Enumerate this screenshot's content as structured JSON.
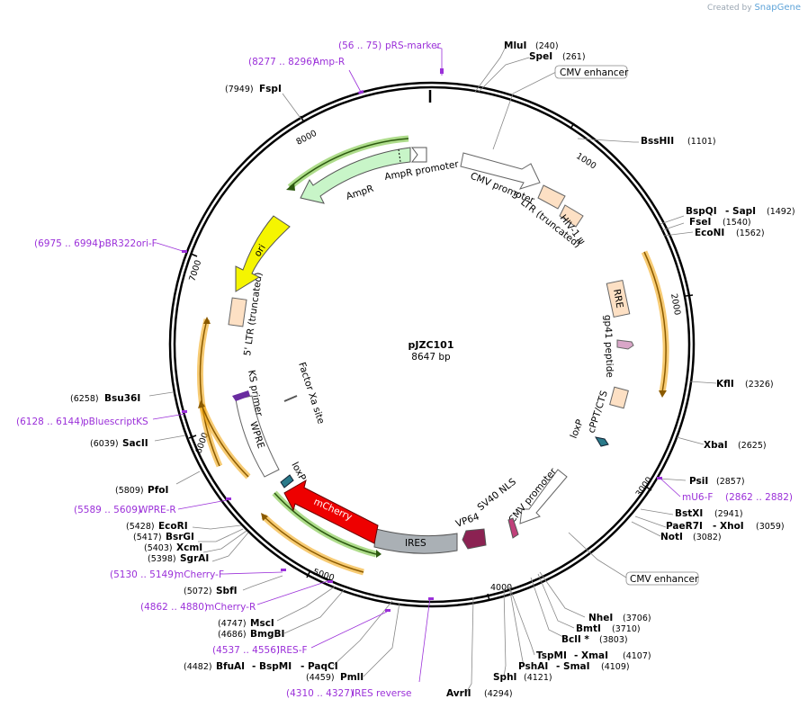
{
  "watermark": {
    "prefix": "Created by",
    "brand": "SnapGene"
  },
  "plasmid": {
    "name": "pJZC101",
    "size": "8647 bp"
  },
  "ticks": [
    "1000",
    "2000",
    "3000",
    "4000",
    "5000",
    "6000",
    "7000",
    "8000"
  ],
  "sites": [
    {
      "name": "MluI",
      "pos": "(240)"
    },
    {
      "name": "SpeI",
      "pos": "(261)"
    },
    {
      "name": "BssHII",
      "pos": "(1101)"
    },
    {
      "name": "BspQI",
      "sep": "- SapI",
      "pos": "(1492)"
    },
    {
      "name": "FseI",
      "pos": "(1540)"
    },
    {
      "name": "EcoNI",
      "pos": "(1562)"
    },
    {
      "name": "KflI",
      "pos": "(2326)"
    },
    {
      "name": "XbaI",
      "pos": "(2625)"
    },
    {
      "name": "PsiI",
      "pos": "(2857)"
    },
    {
      "name": "BstXI",
      "pos": "(2941)"
    },
    {
      "name": "PaeR7I",
      "sep": "- XhoI",
      "pos": "(3059)"
    },
    {
      "name": "NotI",
      "pos": "(3082)"
    },
    {
      "name": "NheI",
      "pos": "(3706)"
    },
    {
      "name": "BmtI",
      "pos": "(3710)"
    },
    {
      "name": "BclI *",
      "pos": "(3803)"
    },
    {
      "name": "TspMI",
      "sep": "- XmaI",
      "pos": "(4107)"
    },
    {
      "name": "PshAI",
      "sep": "- SmaI",
      "pos": "(4109)"
    },
    {
      "name": "SphI",
      "pos": "(4121)"
    },
    {
      "name": "AvrII",
      "pos": "(4294)"
    },
    {
      "name": "PmlI",
      "pos": "(4459)"
    },
    {
      "name": "BfuAI",
      "sep": "- BspMI",
      "sep2": "- PaqCI",
      "pos": "(4482)"
    },
    {
      "name": "BmgBI",
      "pos": "(4686)"
    },
    {
      "name": "MscI",
      "pos": "(4747)"
    },
    {
      "name": "SbfI",
      "pos": "(5072)"
    },
    {
      "name": "SgrAI",
      "pos": "(5398)"
    },
    {
      "name": "XcmI",
      "pos": "(5403)"
    },
    {
      "name": "BsrGI",
      "pos": "(5417)"
    },
    {
      "name": "EcoRI",
      "pos": "(5428)"
    },
    {
      "name": "PfoI",
      "pos": "(5809)"
    },
    {
      "name": "SacII",
      "pos": "(6039)"
    },
    {
      "name": "Bsu36I",
      "pos": "(6258)"
    },
    {
      "name": "FspI",
      "pos": "(7949)"
    }
  ],
  "primers": [
    {
      "range": "(56 .. 75)",
      "name": "pRS-marker"
    },
    {
      "range": "(8277 .. 8296)",
      "name": "Amp-R"
    },
    {
      "range": "(6975 .. 6994)",
      "name": "pBR322ori-F"
    },
    {
      "range": "(6128 .. 6144)",
      "name": "pBluescriptKS"
    },
    {
      "range": "(5589 .. 5609)",
      "name": "WPRE-R"
    },
    {
      "range": "(5130 .. 5149)",
      "name": "mCherry-F"
    },
    {
      "range": "(4862 .. 4880)",
      "name": "mCherry-R"
    },
    {
      "range": "(4537 .. 4556)",
      "name": "IRES-F"
    },
    {
      "range": "(4310 .. 4327)",
      "name": "IRES reverse"
    },
    {
      "range": "(2862 .. 2882)",
      "name": "mU6-F"
    }
  ],
  "boxed_labels": [
    "CMV enhancer",
    "CMV enhancer"
  ],
  "features": {
    "cmv_promoter": "CMV promoter",
    "ltr5_trunc": "5' LTR (truncated)",
    "hiv1_psi": "HIV-1 ψ",
    "rre": "RRE",
    "gp41": "gp41 peptide",
    "cppt": "cPPT/CTS",
    "loxp": "loxP",
    "cmv_promoter2": "CMV promoter",
    "sv40": "SV40 NLS",
    "vp64": "VP64",
    "ires": "IRES",
    "mcherry": "mCherry",
    "loxp2": "loxP",
    "wpre": "WPRE",
    "ks_primer": "KS primer",
    "factor_xa": "Factor Xa site",
    "ltr5_trunc2": "5' LTR (truncated)",
    "ori": "ori",
    "ampr": "AmpR",
    "ampr_promoter": "AmpR promoter"
  },
  "colors": {
    "primer": "#9b30d9",
    "ori": "#f5f500",
    "ampr": "#c8f5c8",
    "mcherry": "#ee0000",
    "ires": "#aab0b5",
    "vp64": "#8b2252",
    "ltr": "#fde0c4",
    "orf_outline_orange": "#f0a000",
    "orf_outline_green": "#6cbf2c",
    "loxp": "#2a7a8a"
  }
}
